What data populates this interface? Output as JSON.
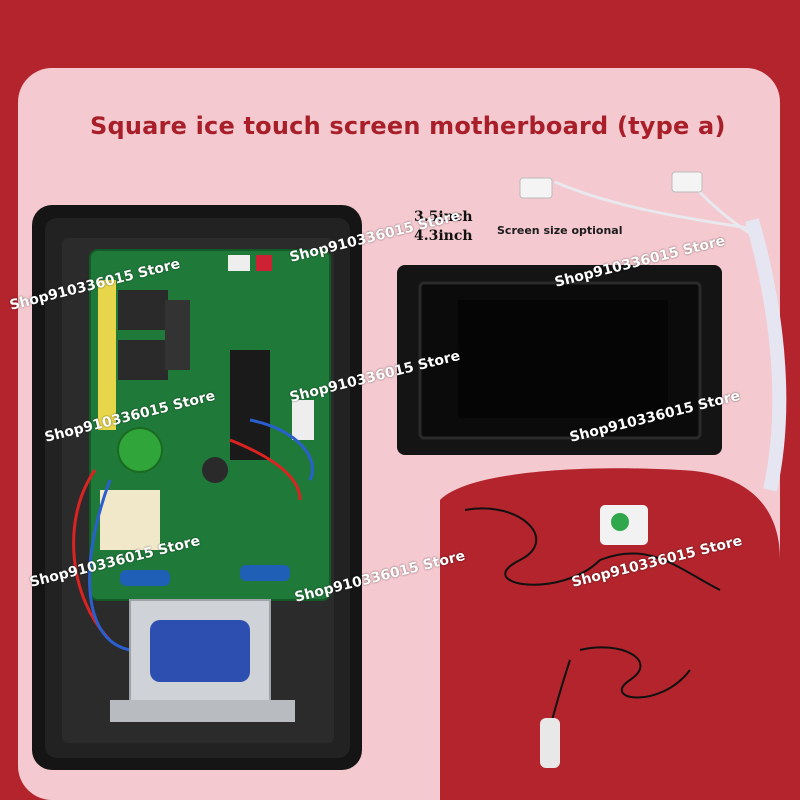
{
  "title": "Square ice touch screen motherboard (type a)",
  "screen_sizes": [
    "3.5inch",
    "4.3inch"
  ],
  "screen_note": "Screen size optional",
  "watermark": "Shop910336015 Store",
  "colors": {
    "background": "#b3242c",
    "panel": "#f4c9cf",
    "title": "#a81f2a",
    "pcb": "#1f7a3a"
  }
}
